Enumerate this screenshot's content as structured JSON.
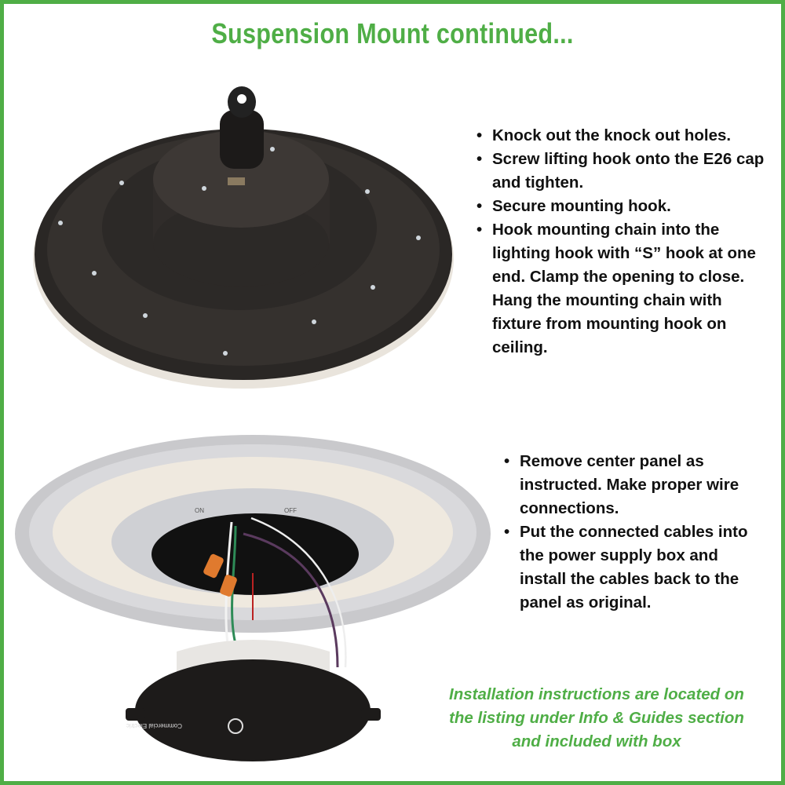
{
  "title": "Suspension Mount continued...",
  "steps_top": [
    "Knock out the knock out holes.",
    "Screw lifting hook onto the E26 cap and tighten.",
    "Secure mounting hook.",
    "Hook mounting chain into the lighting hook with “S” hook at one end. Clamp the opening to close. Hang the mounting chain with fixture from mounting hook on ceiling."
  ],
  "steps_bottom": [
    "Remove center panel as instructed. Make proper wire connections.",
    "Put the connected cables into the power supply box and install the cables back to the panel as original."
  ],
  "note": "Installation instructions are located on the listing under Info & Guides section and included with box",
  "panel_labels": {
    "on": "ON",
    "off": "OFF"
  },
  "logo_text": "Commercial Electric",
  "colors": {
    "accent": "#4fae46",
    "text": "#111111"
  }
}
